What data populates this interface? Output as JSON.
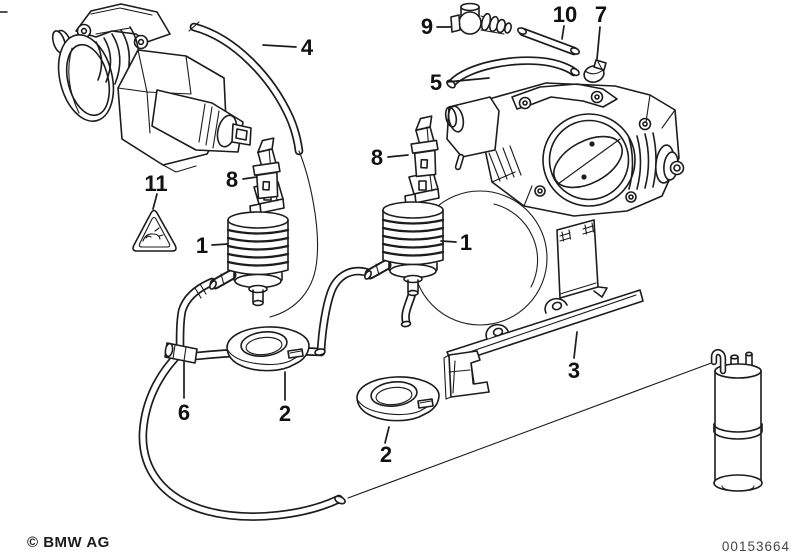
{
  "image": {
    "type": "exploded-parts-diagram",
    "background": "#ffffff",
    "line_color": "#1c1c1c"
  },
  "callouts": [
    {
      "label": "4"
    },
    {
      "label": "9"
    },
    {
      "label": "10"
    },
    {
      "label": "7"
    },
    {
      "label": "5"
    },
    {
      "label": "8"
    },
    {
      "label": "8"
    },
    {
      "label": "11"
    },
    {
      "label": "1"
    },
    {
      "label": "1"
    },
    {
      "label": "6"
    },
    {
      "label": "2"
    },
    {
      "label": "2"
    },
    {
      "label": "3"
    }
  ],
  "footer": {
    "copyright": "© BMW AG",
    "document_number": "00153664"
  }
}
